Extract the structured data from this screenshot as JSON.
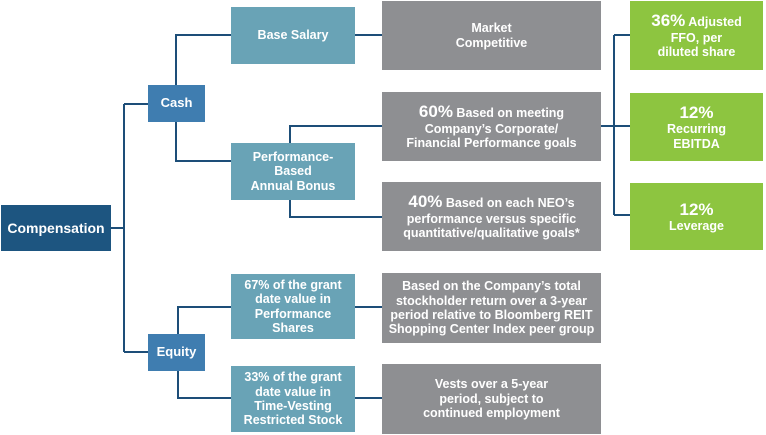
{
  "colors": {
    "root": "#1d5580",
    "branch": "#3f7db0",
    "component": "#69a3b6",
    "detail": "#8e8f92",
    "metric": "#8dc540",
    "connector": "#1d4e78"
  },
  "root": "Compensation",
  "cash": {
    "label": "Cash",
    "base_salary": {
      "label": "Base Salary",
      "detail": "Market\nCompetitive"
    },
    "bonus": {
      "label": "Performance-\nBased\nAnnual Bonus",
      "corporate": {
        "pct": "60%",
        "text": " Based on meeting\nCompany’s Corporate/\nFinancial Performance goals"
      },
      "individual": {
        "pct": "40%",
        "text": " Based on each NEO’s\nperformance versus specific\nquantitative/qualitative goals*"
      },
      "metrics": [
        {
          "pct": "36%",
          "text": " Adjusted\nFFO, per\ndiluted share"
        },
        {
          "pct": "12%",
          "text": "\nRecurring\nEBITDA"
        },
        {
          "pct": "12%",
          "text": "\nLeverage"
        }
      ]
    }
  },
  "equity": {
    "label": "Equity",
    "performance_shares": {
      "label": "67% of the grant\ndate value in\nPerformance\nShares",
      "detail": "Based on the Company’s total\nstockholder return over a 3-year\nperiod relative to Bloomberg REIT\nShopping Center Index peer group"
    },
    "restricted_stock": {
      "label": "33% of the grant\ndate value in\nTime-Vesting\nRestricted Stock",
      "detail": "Vests over a 5-year\nperiod, subject to\ncontinued employment"
    }
  }
}
